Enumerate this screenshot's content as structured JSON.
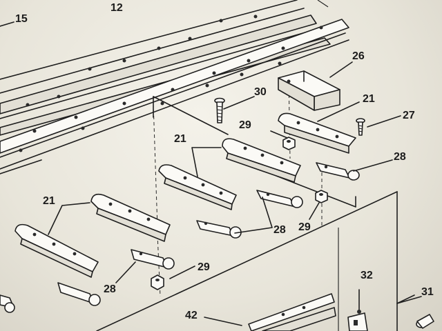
{
  "callouts": {
    "c15": "15",
    "c12": "12",
    "c26": "26",
    "c30": "30",
    "c21a": "21",
    "c27": "27",
    "c29a": "29",
    "c21b": "21",
    "c28a": "28",
    "c21c": "21",
    "c28b": "28",
    "c29b": "29",
    "c29c": "29",
    "c28c": "28",
    "c32": "32",
    "c31": "31",
    "c42": "42"
  }
}
